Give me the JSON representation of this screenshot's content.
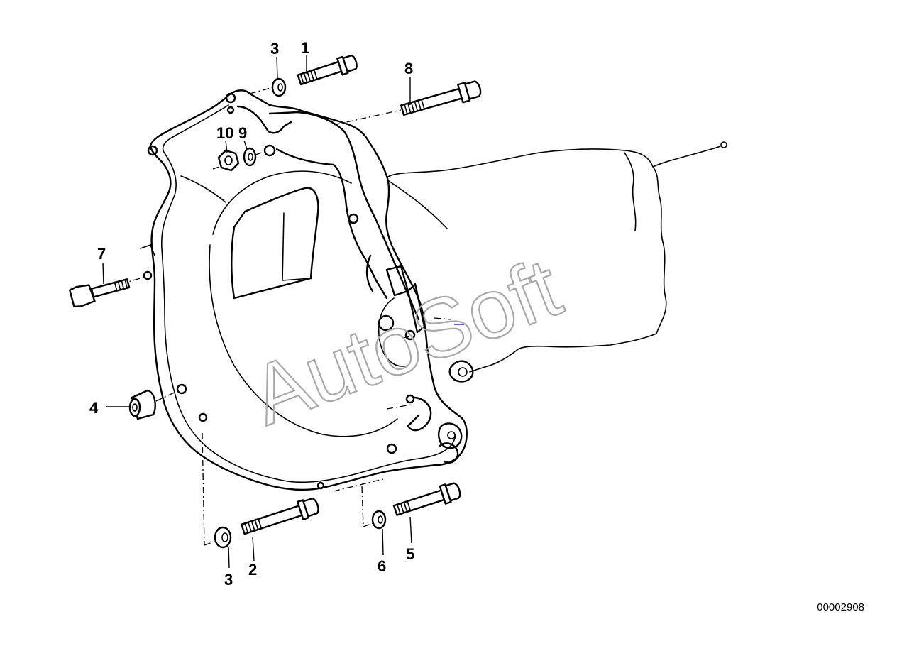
{
  "diagram": {
    "callouts": [
      {
        "id": "c1",
        "label": "1"
      },
      {
        "id": "c3-top",
        "label": "3"
      },
      {
        "id": "c8",
        "label": "8"
      },
      {
        "id": "c10",
        "label": "10"
      },
      {
        "id": "c9",
        "label": "9"
      },
      {
        "id": "c7",
        "label": "7"
      },
      {
        "id": "c4",
        "label": "4"
      },
      {
        "id": "c3-bottom",
        "label": "3"
      },
      {
        "id": "c2",
        "label": "2"
      },
      {
        "id": "c6",
        "label": "6"
      },
      {
        "id": "c5",
        "label": "5"
      }
    ],
    "watermark": "AutoSoft",
    "catalog_number": "00002908"
  }
}
